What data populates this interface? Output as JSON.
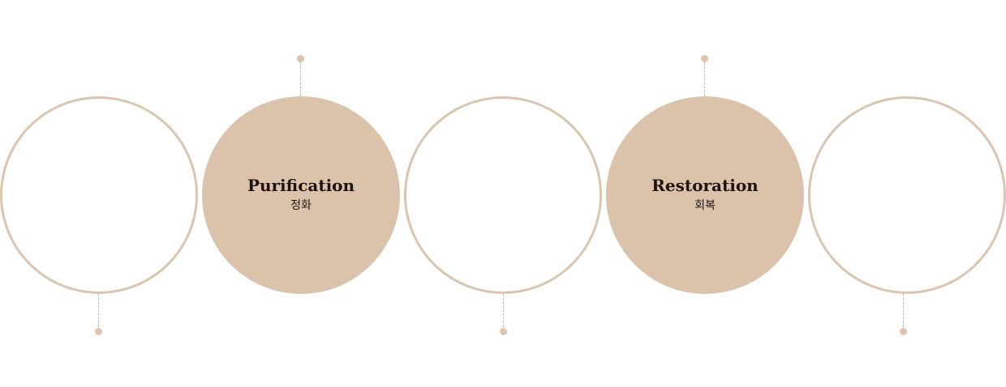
{
  "circles": [
    {
      "id": "c1",
      "style": "outline",
      "title": "",
      "subtitle": ""
    },
    {
      "id": "c2",
      "style": "filled",
      "title": "Purification",
      "subtitle": "정화"
    },
    {
      "id": "c3",
      "style": "outline",
      "title": "",
      "subtitle": ""
    },
    {
      "id": "c4",
      "style": "filled",
      "title": "Restoration",
      "subtitle": "회복"
    },
    {
      "id": "c5",
      "style": "outline",
      "title": "",
      "subtitle": ""
    }
  ],
  "colors": {
    "accent": "#dbc3ab",
    "outline": "#dcc5ae",
    "text": "#1d1410",
    "connector": "#c9b7a6"
  }
}
